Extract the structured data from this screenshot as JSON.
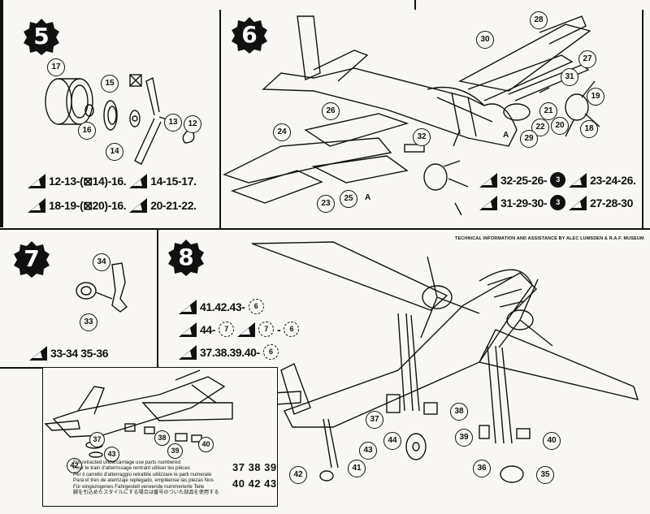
{
  "steps": [
    {
      "number": "5",
      "sequences": [
        "12-13-(⊠14)-16.",
        "14-15-17.",
        "18-19-(⊠20)-16.",
        "20-21-22."
      ]
    },
    {
      "number": "6",
      "sequences": [
        "32-25-26-",
        "23-24-26.",
        "31-29-30-",
        "27-28-30"
      ],
      "sub_ref": "3"
    },
    {
      "number": "7",
      "sequences": [
        "33-34 35-36"
      ]
    },
    {
      "number": "8",
      "sequences": [
        "41.42.43-",
        "44-",
        "37.38.39.40-"
      ],
      "sub_refs": [
        "6",
        "7",
        "6",
        "6"
      ]
    }
  ],
  "callouts": {
    "step5": [
      "17",
      "15",
      "16",
      "14",
      "13",
      "12"
    ],
    "step6": [
      "28",
      "30",
      "27",
      "31",
      "19",
      "21",
      "22",
      "20",
      "18",
      "29",
      "26",
      "32",
      "24",
      "25",
      "23",
      "A",
      "A"
    ],
    "step7": [
      "34",
      "33"
    ],
    "step8": [
      "38",
      "37",
      "44",
      "39",
      "40",
      "36",
      "35",
      "43",
      "42",
      "41"
    ],
    "inset": [
      "37",
      "38",
      "39",
      "40",
      "43",
      "42"
    ]
  },
  "tech_credit": "TECHNICAL INFORMATION AND ASSISTANCE BY ALEC LUMSDEN & R.A.F. MUSEUM",
  "retract_notes": [
    "For retracted undercarriage use parts numbered",
    "Pour le train d'atterrissage rentrant utiliser les pièces",
    "Per il carrello d'atterraggio retrattile utilizzare le parti numerate",
    "Para el tren de aterrizaje replegado, empléense las piezas Nos",
    "Für eingezogenes Fahrgestell verwende nummerierte Teile",
    "脚を引込めたスタイルにする場合は番号のついた部品を使用する"
  ],
  "retract_parts": [
    "37 38 39",
    "40 42 43"
  ]
}
